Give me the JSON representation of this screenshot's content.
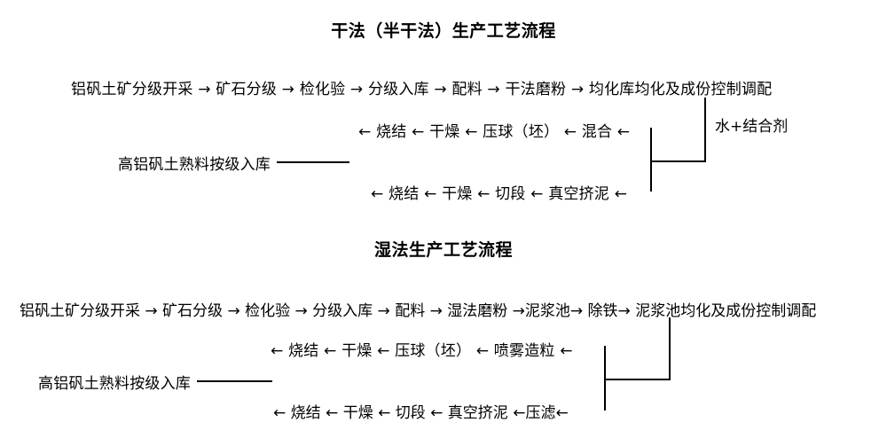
{
  "document": {
    "language": "zh-CN",
    "sections": [
      {
        "id": "dry-process",
        "title": "干法（半干法）生产工艺流程",
        "rows": [
          {
            "id": "dry-row-1",
            "direction": "right",
            "text": "铝矾土矿分级开采 → 矿石分级 → 检化验 → 分级入库 → 配料 → 干法磨粉 → 均化库均化及成份控制调配",
            "steps": [
              "铝矾土矿分级开采",
              "矿石分级",
              "检化验",
              "分级入库",
              "配料",
              "干法磨粉",
              "均化库均化及成份控制调配"
            ]
          },
          {
            "id": "dry-row-2",
            "direction": "left",
            "text": "← 烧结 ← 干燥 ← 压球（坯） ← 混合 ←",
            "steps": [
              "烧结",
              "干燥",
              "压球（坯）",
              "混合"
            ]
          },
          {
            "id": "dry-row-3",
            "direction": "left",
            "text": "← 烧结 ← 干燥 ← 切段 ← 真空挤泥 ←",
            "steps": [
              "烧结",
              "干燥",
              "切段",
              "真空挤泥"
            ]
          }
        ],
        "annotation": "水+结合剂",
        "outlet": "高铝矾土熟料按级入库"
      },
      {
        "id": "wet-process",
        "title": "湿法生产工艺流程",
        "rows": [
          {
            "id": "wet-row-1",
            "direction": "right",
            "text": "铝矾土矿分级开采 → 矿石分级 → 检化验 → 分级入库 → 配料 → 湿法磨粉 →泥浆池→ 除铁→ 泥浆池均化及成份控制调配",
            "steps": [
              "铝矾土矿分级开采",
              "矿石分级",
              "检化验",
              "分级入库",
              "配料",
              "湿法磨粉",
              "泥浆池",
              "除铁",
              "泥浆池均化及成份控制调配"
            ]
          },
          {
            "id": "wet-row-2",
            "direction": "left",
            "text": "← 烧结 ← 干燥 ← 压球（坯） ← 喷雾造粒 ←",
            "steps": [
              "烧结",
              "干燥",
              "压球（坯）",
              "喷雾造粒"
            ]
          },
          {
            "id": "wet-row-3",
            "direction": "left",
            "text": "← 烧结 ← 干燥 ← 切段 ← 真空挤泥 ←压滤←",
            "steps": [
              "烧结",
              "干燥",
              "切段",
              "真空挤泥",
              "压滤"
            ]
          }
        ],
        "annotation": "",
        "outlet": "高铝矾土熟料按级入库"
      }
    ]
  },
  "colors": {
    "background": "#ffffff",
    "text": "#000000",
    "stroke": "#000000"
  },
  "chart_data": {
    "type": "diagram",
    "diagram_kind": "process-flowchart",
    "title": "干法（半干法）生产工艺流程 / 湿法生产工艺流程",
    "flows": [
      {
        "name": "干法（半干法）生产工艺流程",
        "main_chain": [
          "铝矾土矿分级开采",
          "矿石分级",
          "检化验",
          "分级入库",
          "配料",
          "干法磨粉",
          "均化库均化及成份控制调配"
        ],
        "branch_a": [
          "混合",
          "压球（坯）",
          "干燥",
          "烧结"
        ],
        "branch_b": [
          "真空挤泥",
          "切段",
          "干燥",
          "烧结"
        ],
        "input_annotation": "水+结合剂",
        "output": "高铝矾土熟料按级入库"
      },
      {
        "name": "湿法生产工艺流程",
        "main_chain": [
          "铝矾土矿分级开采",
          "矿石分级",
          "检化验",
          "分级入库",
          "配料",
          "湿法磨粉",
          "泥浆池",
          "除铁",
          "泥浆池均化及成份控制调配"
        ],
        "branch_a": [
          "喷雾造粒",
          "压球（坯）",
          "干燥",
          "烧结"
        ],
        "branch_b": [
          "压滤",
          "真空挤泥",
          "切段",
          "干燥",
          "烧结"
        ],
        "input_annotation": "",
        "output": "高铝矾土熟料按级入库"
      }
    ]
  }
}
